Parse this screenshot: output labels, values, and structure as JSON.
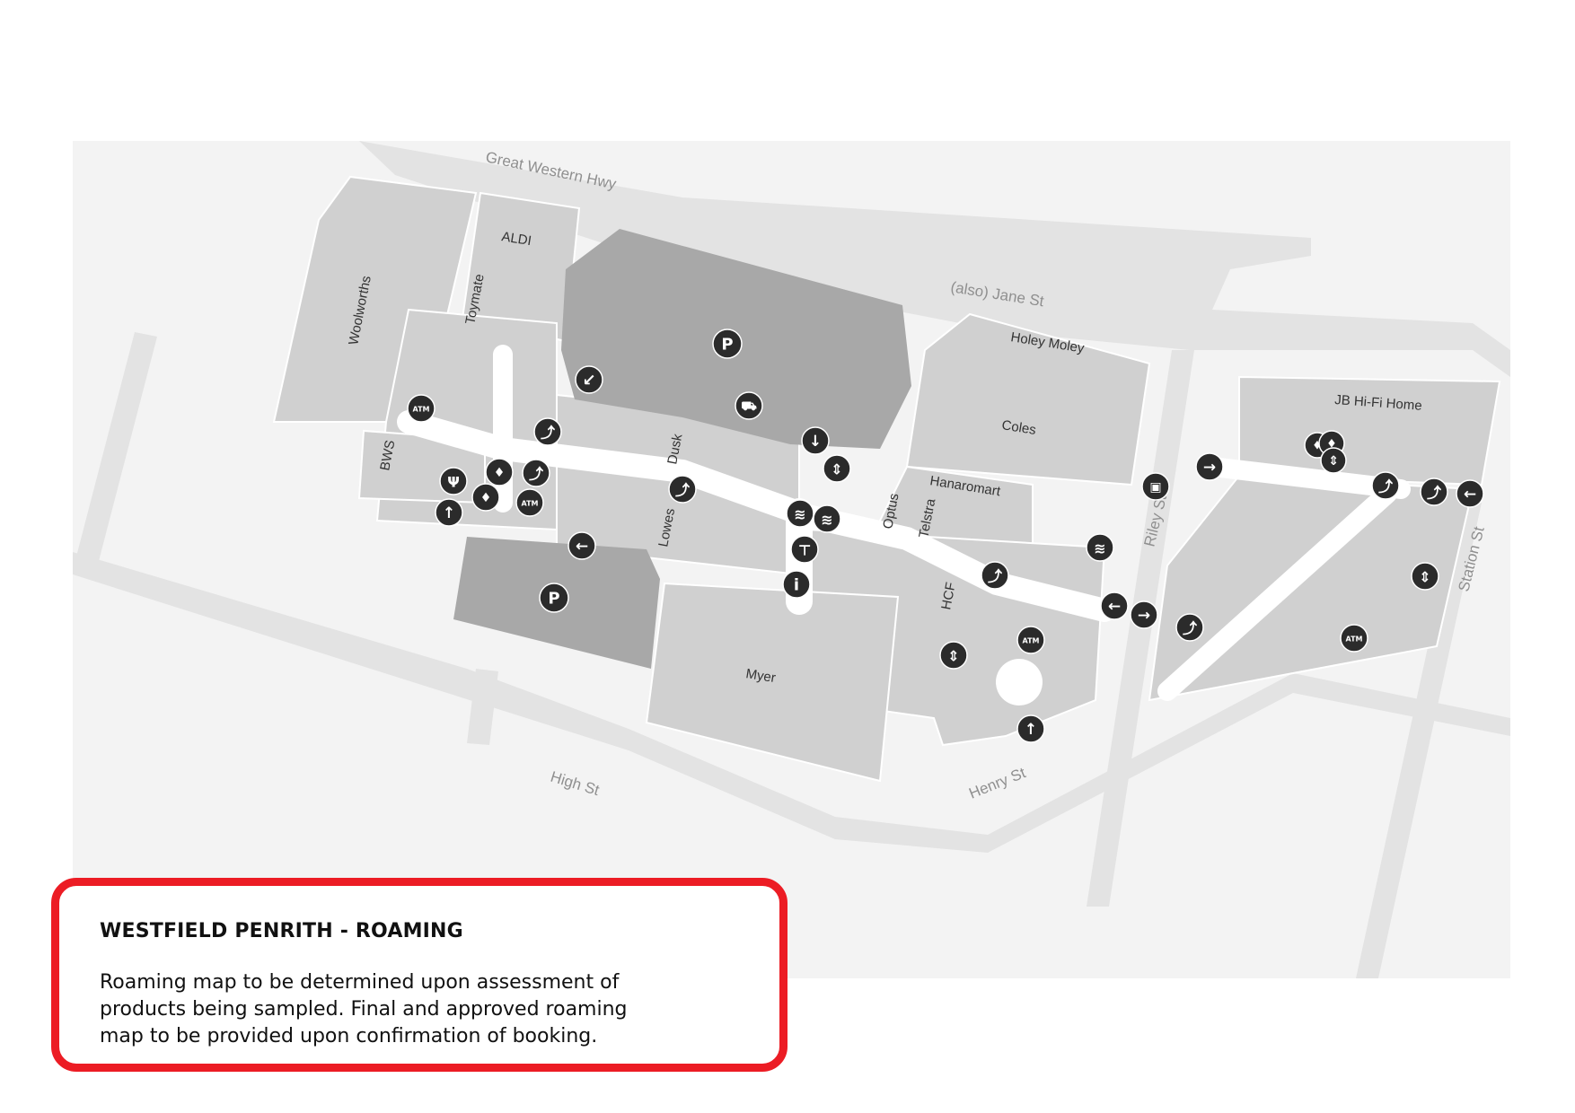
{
  "map": {
    "roads": [
      {
        "id": "great-western-hwy",
        "label": "Great Western Hwy"
      },
      {
        "id": "jane-st",
        "label": "(also) Jane St"
      },
      {
        "id": "high-st",
        "label": "High St"
      },
      {
        "id": "henry-st",
        "label": "Henry St"
      },
      {
        "id": "riley-st",
        "label": "Riley St"
      },
      {
        "id": "station-st",
        "label": "Station St"
      }
    ],
    "stores": [
      {
        "id": "woolworths",
        "label": "Woolworths"
      },
      {
        "id": "aldi",
        "label": "ALDI"
      },
      {
        "id": "toymate",
        "label": "Toymate"
      },
      {
        "id": "bws",
        "label": "BWS"
      },
      {
        "id": "dusk",
        "label": "Dusk"
      },
      {
        "id": "lowes",
        "label": "Lowes"
      },
      {
        "id": "holey-moley",
        "label": "Holey Moley"
      },
      {
        "id": "coles",
        "label": "Coles"
      },
      {
        "id": "hanaromart",
        "label": "Hanaromart"
      },
      {
        "id": "optus",
        "label": "Optus"
      },
      {
        "id": "telstra",
        "label": "Telstra"
      },
      {
        "id": "hcf",
        "label": "HCF"
      },
      {
        "id": "myer",
        "label": "Myer"
      },
      {
        "id": "jb-hifi-home",
        "label": "JB Hi-Fi Home"
      }
    ],
    "icon_glyphs": {
      "parking": "P",
      "atm": "ATM",
      "info": "i",
      "arrow-left": "←",
      "arrow-right": "→",
      "arrow-up": "↑",
      "arrow-down": "↓",
      "arrow-down-left": "↙",
      "escalator": "⤴",
      "stairs": "≋",
      "lift": "⇕",
      "restroom": "♦",
      "food": "Ψ",
      "taxi": "⛟",
      "bus": "▣",
      "fountain": "⊤"
    }
  },
  "info_box": {
    "title": "WESTFIELD PENRITH - ROAMING",
    "lines": [
      "Roaming map to be determined upon assessment of",
      "products being sampled.  Final and approved roaming",
      "map to be provided upon confirmation of booking."
    ]
  },
  "colors": {
    "map_background": "#f3f3f3",
    "road": "#e3e3e3",
    "building": "#d0d0d0",
    "carpark": "#a8a8a8",
    "walkway": "#ffffff",
    "icon": "#2b2b2b",
    "box_border": "#ec1c24"
  }
}
